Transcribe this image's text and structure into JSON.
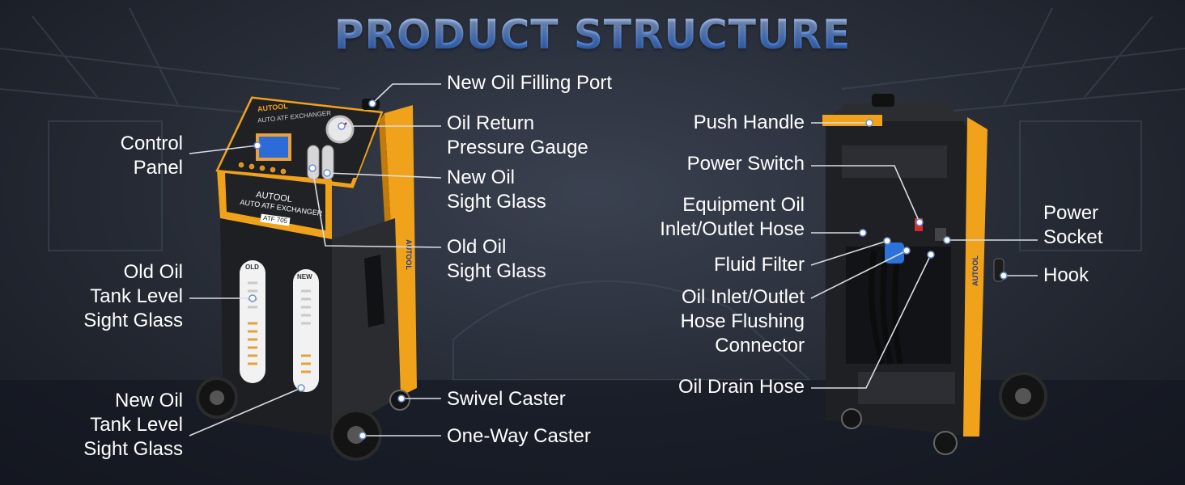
{
  "title": "PRODUCT STRUCTURE",
  "colors": {
    "title": "#6aa2ff",
    "body": "#1d1f22",
    "accent": "#f0a21a",
    "label": "#ffffff"
  },
  "front_machine": {
    "brand": "AUTOOL",
    "panel_text": "AUTO ATF EXCHANGER",
    "body_brand": "AUTOOL",
    "body_text": "AUTO ATF EXCHANGER",
    "model": "ATF 705",
    "side_brand": "AUTOOL",
    "old_tank_tag": "OLD",
    "new_tank_tag": "NEW"
  },
  "rear_machine": {
    "side_brand": "AUTOOL"
  },
  "labels": {
    "new_oil_filling_port": "New Oil Filling Port",
    "oil_return_gauge": [
      "Oil Return",
      "Pressure Gauge"
    ],
    "new_oil_sight_glass": [
      "New Oil",
      "Sight Glass"
    ],
    "old_oil_sight_glass": [
      "Old Oil",
      "Sight Glass"
    ],
    "control_panel": [
      "Control",
      "Panel"
    ],
    "old_oil_tank_level": [
      "Old Oil",
      "Tank Level",
      "Sight Glass"
    ],
    "new_oil_tank_level": [
      "New Oil",
      "Tank Level",
      "Sight Glass"
    ],
    "swivel_caster": "Swivel Caster",
    "one_way_caster": "One-Way Caster",
    "push_handle": "Push Handle",
    "power_switch": "Power Switch",
    "equipment_oil_hose": [
      "Equipment Oil",
      "Inlet/Outlet Hose"
    ],
    "fluid_filter": "Fluid Filter",
    "hose_flushing_connector": [
      "Oil Inlet/Outlet",
      "Hose Flushing",
      "Connector"
    ],
    "oil_drain_hose": "Oil Drain Hose",
    "power_socket": [
      "Power",
      "Socket"
    ],
    "hook": "Hook"
  }
}
